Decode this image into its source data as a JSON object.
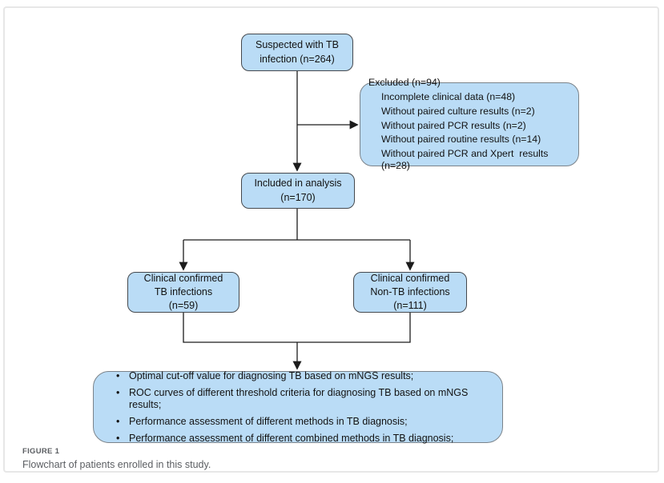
{
  "figure": {
    "label": "FIGURE 1",
    "caption": "Flowchart of patients enrolled in this study."
  },
  "flowchart": {
    "suspected": {
      "line1": "Suspected with TB",
      "line2": "infection (n=264)"
    },
    "excluded": {
      "title": "Excluded (n=94)",
      "items": [
        "Incomplete clinical data (n=48)",
        "Without paired culture results (n=2)",
        "Without paired PCR results (n=2)",
        "Without paired routine results (n=14)",
        "Without paired PCR and Xpert  results (n=28)"
      ]
    },
    "included": {
      "line1": "Included in analysis",
      "line2": "(n=170)"
    },
    "tb_confirmed": {
      "line1": "Clinical confirmed",
      "line2": "TB infections",
      "line3": "(n=59)"
    },
    "non_tb_confirmed": {
      "line1": "Clinical confirmed",
      "line2": "Non-TB infections",
      "line3": "(n=111)"
    },
    "outcomes": {
      "bullet": "•",
      "items": [
        "Optimal cut-off value for diagnosing TB based on mNGS results;",
        "ROC curves of different threshold criteria for diagnosing TB based on mNGS results;",
        "Performance assessment of different methods in TB diagnosis;",
        "Performance assessment of different combined methods in TB diagnosis;"
      ]
    }
  },
  "theme": {
    "box_fill": "#badcf6",
    "box_border_dark": "#45494e",
    "box_border_light": "#7b838a",
    "connector_color": "#1c1c1c",
    "frame_border": "#e7e7e7",
    "caption_color": "#5b5e62"
  }
}
